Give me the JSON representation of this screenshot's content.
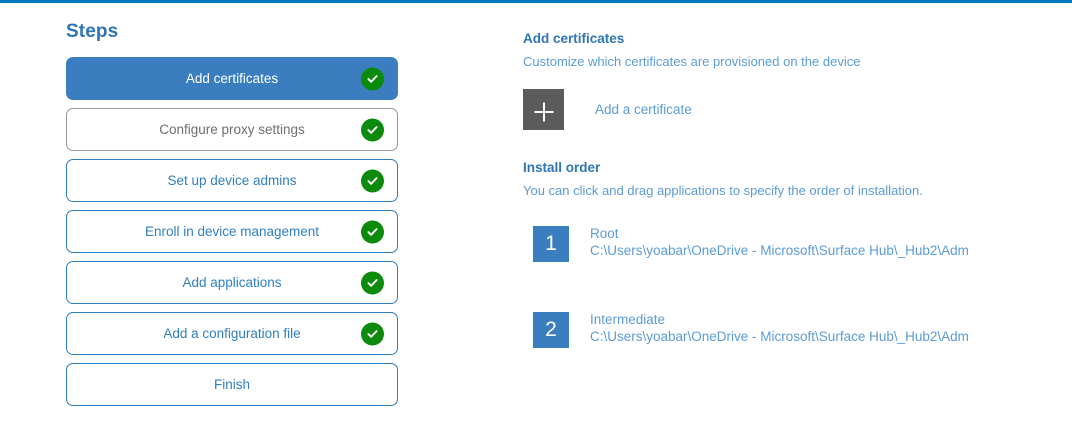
{
  "accents": {
    "top_rule": "#0078bd",
    "primary_blue": "#3a7ebf",
    "heading_blue": "#2e75b6",
    "link_blue": "#5b9bd5",
    "check_green": "#0b8a0b",
    "plus_gray": "#5b5b5b",
    "muted_gray": "#6e6e6e"
  },
  "steps": {
    "title": "Steps",
    "items": [
      {
        "label": "Add certificates",
        "state": "active",
        "completed": true
      },
      {
        "label": "Configure proxy settings",
        "state": "muted",
        "completed": true
      },
      {
        "label": "Set up device admins",
        "state": "normal",
        "completed": true
      },
      {
        "label": "Enroll in device management",
        "state": "normal",
        "completed": true
      },
      {
        "label": "Add applications",
        "state": "normal",
        "completed": true
      },
      {
        "label": "Add a configuration file",
        "state": "normal",
        "completed": true
      },
      {
        "label": "Finish",
        "state": "normal",
        "completed": false
      }
    ]
  },
  "detail": {
    "certificates": {
      "heading": "Add certificates",
      "subtitle": "Customize which certificates are provisioned on the device",
      "add_label": "Add a certificate",
      "add_icon": "plus-icon"
    },
    "install_order": {
      "heading": "Install order",
      "subtitle": "You can click and drag applications to specify the order of installation.",
      "items": [
        {
          "number": "1",
          "name": "Root",
          "path": "C:\\Users\\yoabar\\OneDrive - Microsoft\\Surface Hub\\_Hub2\\Adm"
        },
        {
          "number": "2",
          "name": "Intermediate",
          "path": "C:\\Users\\yoabar\\OneDrive - Microsoft\\Surface Hub\\_Hub2\\Adm"
        }
      ]
    }
  }
}
